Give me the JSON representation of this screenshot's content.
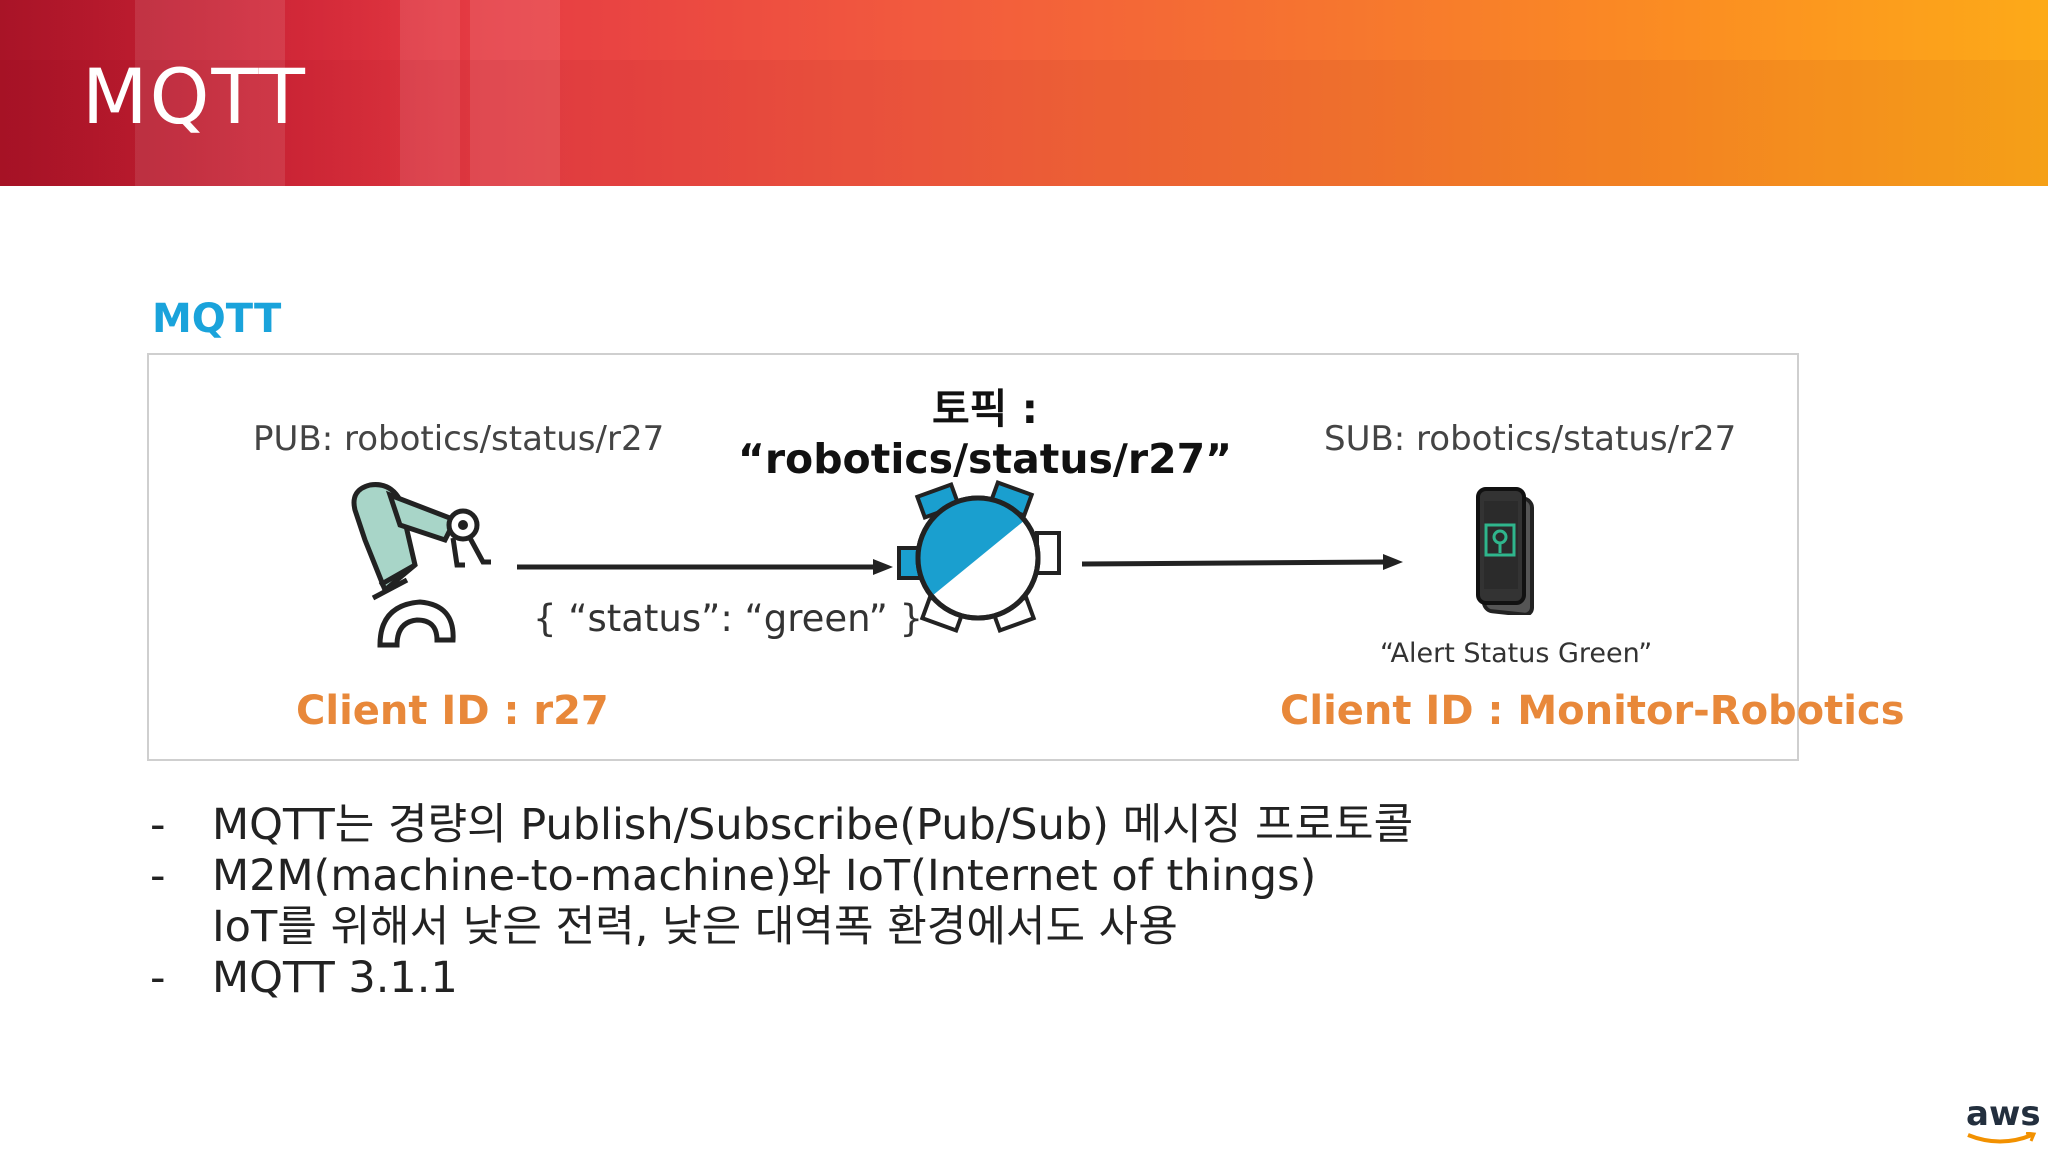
{
  "header": {
    "title": "MQTT"
  },
  "section": {
    "title": "MQTT"
  },
  "diagram": {
    "topic": "토픽 : “robotics/status/r27”",
    "pub_label": "PUB: robotics/status/r27",
    "sub_label": "SUB: robotics/status/r27",
    "payload": "{ “status”: “green” }",
    "alert": "“Alert Status Green”",
    "client_left": "Client ID : r27",
    "client_right": "Client ID : Monitor-Robotics"
  },
  "bullets": [
    {
      "dash": "-",
      "text": "MQTT는 경량의 Publish/Subscribe(Pub/Sub) 메시징 프로토콜"
    },
    {
      "dash": "-",
      "text": "M2M(machine-to-machine)와 IoT(Internet of things)"
    },
    {
      "dash": "",
      "text": "IoT를 위해서 낮은 전력, 낮은 대역폭 환경에서도 사용"
    },
    {
      "dash": "-",
      "text": "MQTT 3.1.1"
    }
  ],
  "logo": {
    "text": "aws"
  },
  "colors": {
    "accent_blue": "#1aa3db",
    "client_orange": "#e8883a",
    "broker_blue": "#1a9fcf"
  },
  "icons": [
    "robot-arm-icon",
    "broker-icon",
    "phone-icon",
    "arrow-icon"
  ]
}
